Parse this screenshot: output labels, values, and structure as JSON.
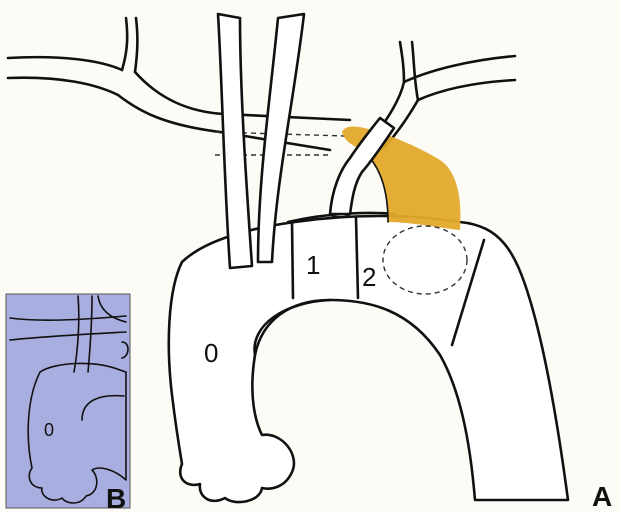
{
  "panels": {
    "main": {
      "letter": "A"
    },
    "inset": {
      "letter": "B",
      "zone_label": "0"
    }
  },
  "zone_labels": [
    "0",
    "1",
    "2"
  ],
  "colors": {
    "background": "#fcfbf6",
    "inset_background": "#a9aee0",
    "stent_graft": "#e3a92a",
    "outline": "#111111"
  }
}
